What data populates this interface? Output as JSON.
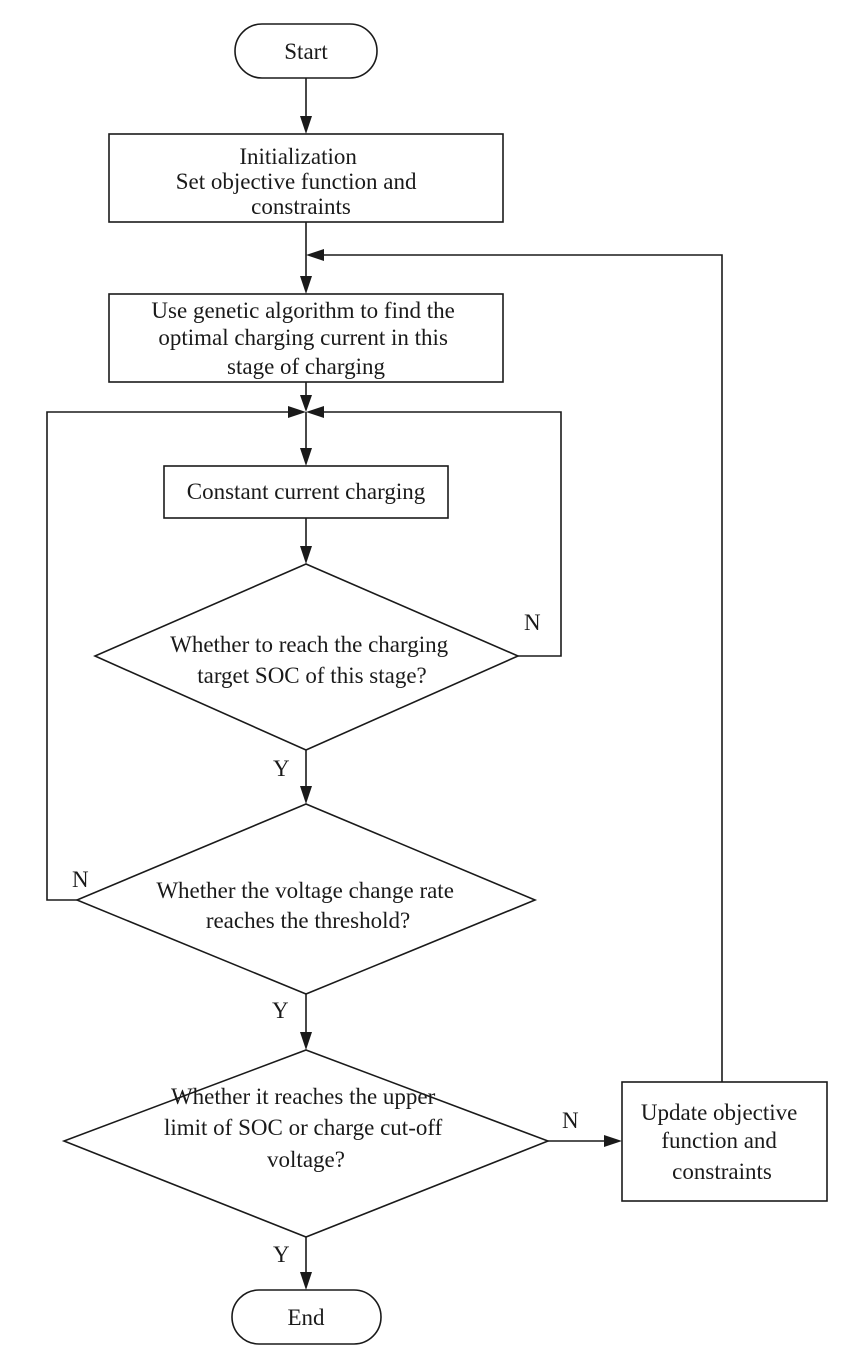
{
  "nodes": {
    "start": {
      "lines": [
        "Start"
      ]
    },
    "init": {
      "lines": [
        "Initialization",
        "Set objective function and",
        "constraints"
      ]
    },
    "ga": {
      "lines": [
        "Use genetic algorithm to find the",
        "optimal charging current in this",
        "stage of charging"
      ]
    },
    "cc": {
      "lines": [
        "Constant current charging"
      ]
    },
    "d1": {
      "lines": [
        "Whether to reach the charging",
        "target SOC of this stage?"
      ]
    },
    "d2": {
      "lines": [
        "Whether the voltage change rate",
        "reaches the threshold?"
      ]
    },
    "d3": {
      "lines": [
        "Whether it reaches the upper",
        "limit of  SOC or charge cut-off",
        "voltage?"
      ]
    },
    "update": {
      "lines": [
        "Update objective",
        "function and",
        "constraints"
      ]
    },
    "end": {
      "lines": [
        "End"
      ]
    }
  },
  "edge_labels": {
    "d1_no": "N",
    "d1_yes": "Y",
    "d2_no": "N",
    "d2_yes": "Y",
    "d3_no": "N",
    "d3_yes": "Y"
  },
  "colors": {
    "stroke": "#1a1a1a",
    "fill": "#ffffff",
    "text": "#1a1a1a"
  }
}
